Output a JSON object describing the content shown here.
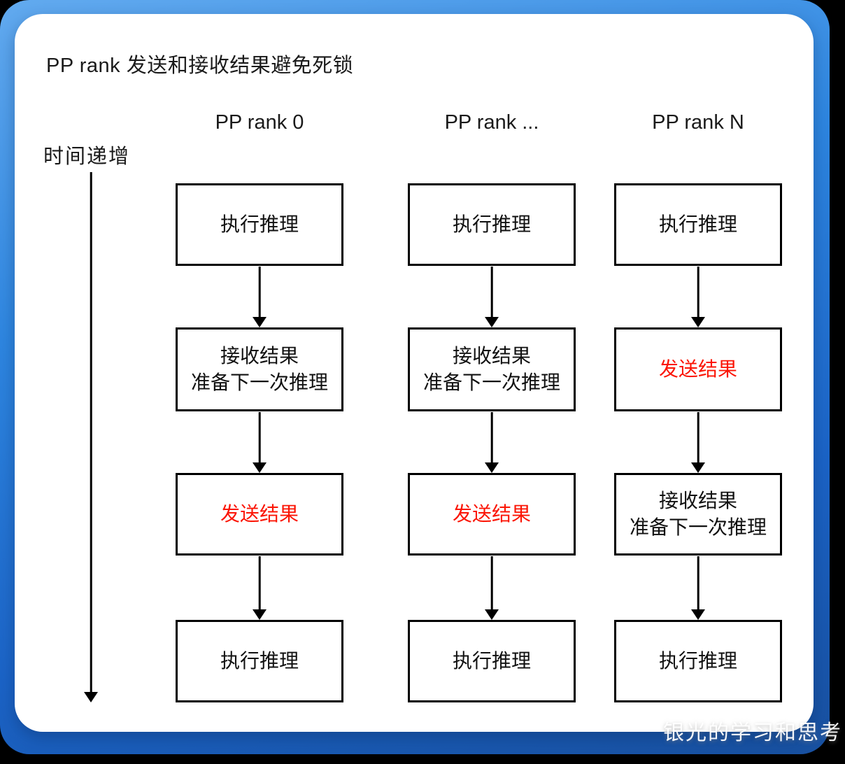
{
  "page": {
    "title": "PP rank 发送和接收结果避免死锁",
    "time_axis_label": "时间递增",
    "watermark": "银光的学习和思考"
  },
  "colors": {
    "frame_gradient_top": "#62aaef",
    "frame_gradient_bottom": "#18509f",
    "card_background": "#ffffff",
    "box_border": "#000000",
    "text_black": "#1a1a1a",
    "highlight_red": "#fb1505"
  },
  "columns": [
    {
      "header": "PP rank 0",
      "boxes": [
        {
          "lines": [
            "执行推理"
          ],
          "highlight": false
        },
        {
          "lines": [
            "接收结果",
            "准备下一次推理"
          ],
          "highlight": false
        },
        {
          "lines": [
            "发送结果"
          ],
          "highlight": true
        },
        {
          "lines": [
            "执行推理"
          ],
          "highlight": false
        }
      ]
    },
    {
      "header": "PP rank ...",
      "boxes": [
        {
          "lines": [
            "执行推理"
          ],
          "highlight": false
        },
        {
          "lines": [
            "接收结果",
            "准备下一次推理"
          ],
          "highlight": false
        },
        {
          "lines": [
            "发送结果"
          ],
          "highlight": true
        },
        {
          "lines": [
            "执行推理"
          ],
          "highlight": false
        }
      ]
    },
    {
      "header": "PP rank N",
      "boxes": [
        {
          "lines": [
            "执行推理"
          ],
          "highlight": false
        },
        {
          "lines": [
            "发送结果"
          ],
          "highlight": true
        },
        {
          "lines": [
            "接收结果",
            "准备下一次推理"
          ],
          "highlight": false
        },
        {
          "lines": [
            "执行推理"
          ],
          "highlight": false
        }
      ]
    }
  ]
}
